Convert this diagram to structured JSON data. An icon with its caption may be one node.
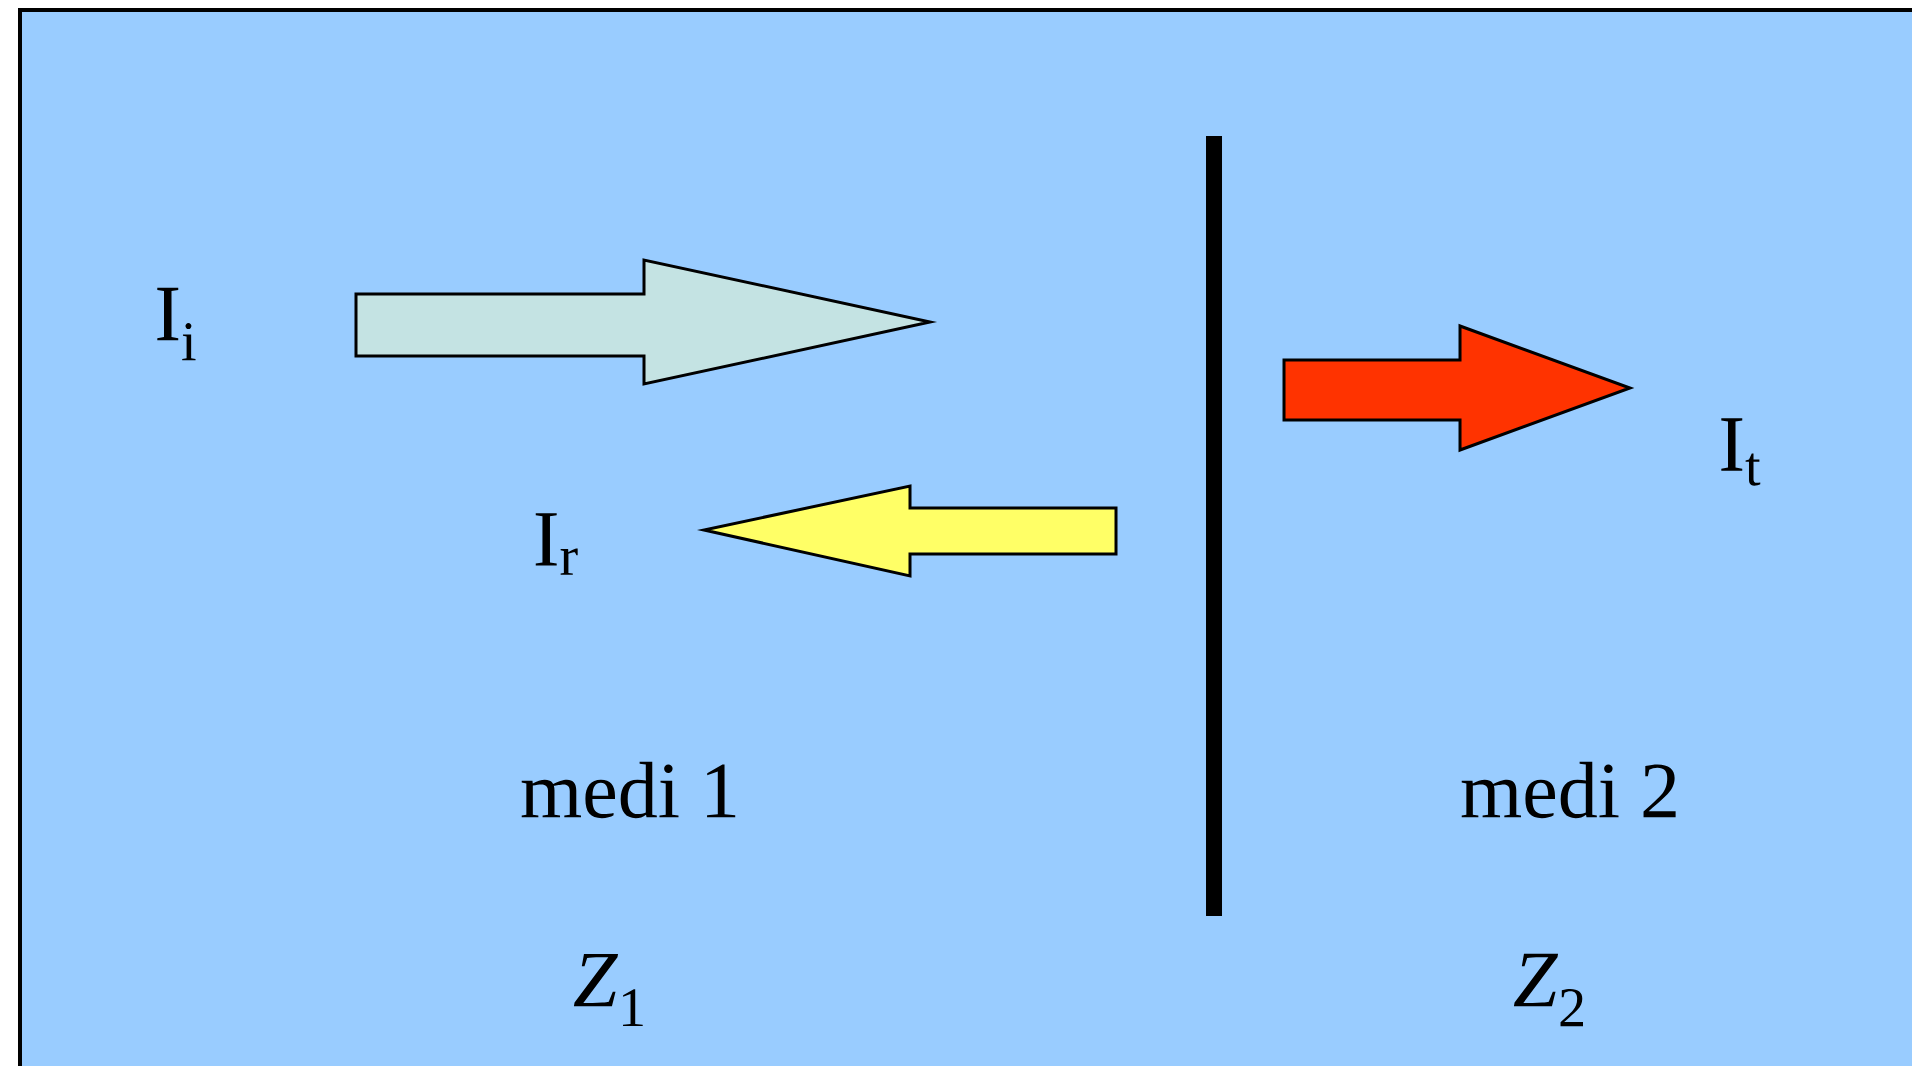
{
  "diagram": {
    "labels": [
      "I$_{i}$",
      "I$_{r}$",
      "I$_{t}$",
      "medi 1",
      "medi 2",
      "*Z*$_{1}$",
      "*Z*$_{2}$"
    ]
  }
}
